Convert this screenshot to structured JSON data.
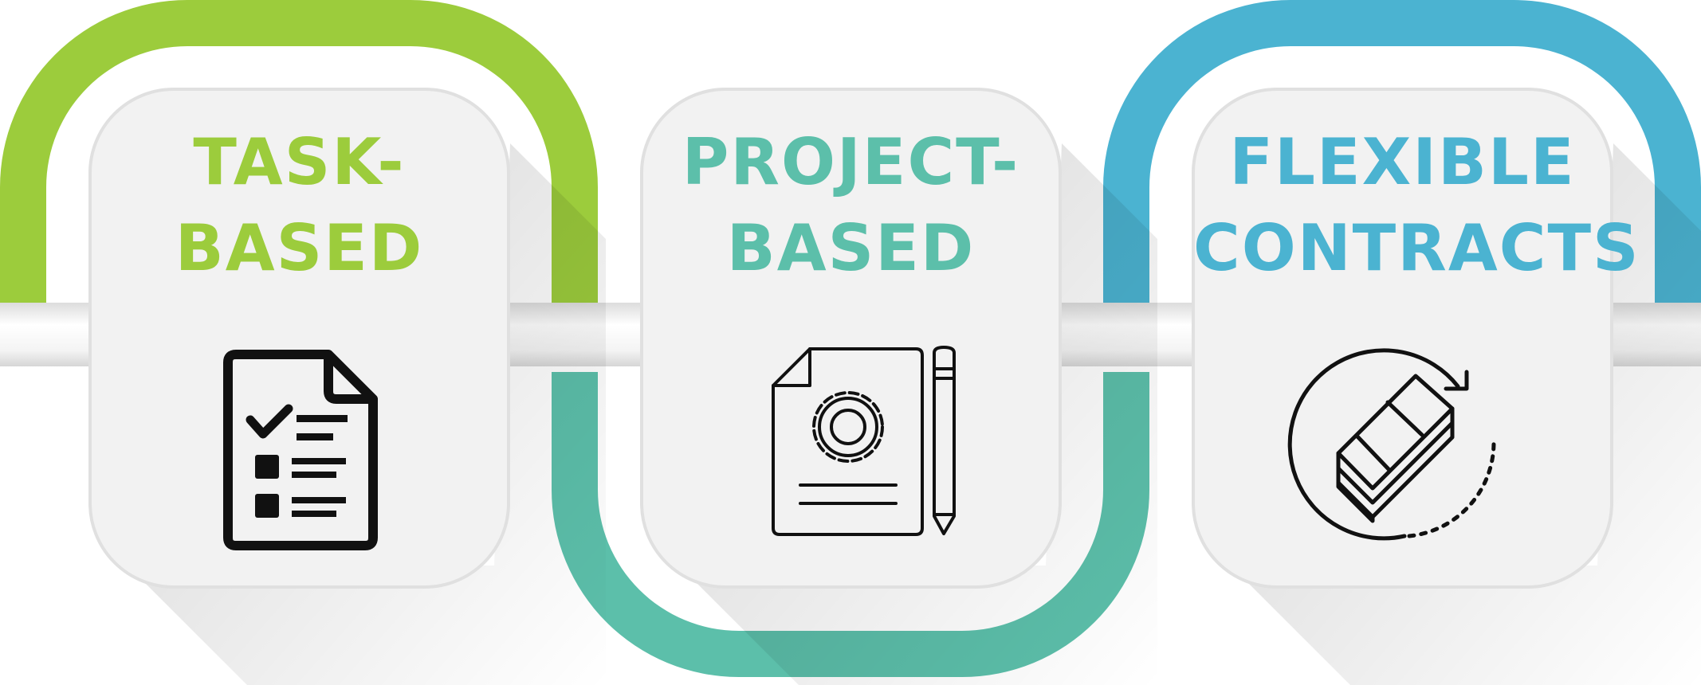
{
  "colors": {
    "green": "#9ccc3c",
    "teal": "#5cbfaa",
    "blue": "#4bb3d1",
    "card": "#f2f2f2",
    "card_border": "#e0e0e0",
    "icon": "#111111"
  },
  "cards": [
    {
      "line1": "TASK-",
      "line2": "BASED",
      "icon": "checklist-document-icon"
    },
    {
      "line1": "PROJECT-",
      "line2": "BASED",
      "icon": "document-gear-pencil-icon"
    },
    {
      "line1": "FLEXIBLE",
      "line2": "CONTRACTS",
      "icon": "money-stack-rotate-icon"
    }
  ]
}
